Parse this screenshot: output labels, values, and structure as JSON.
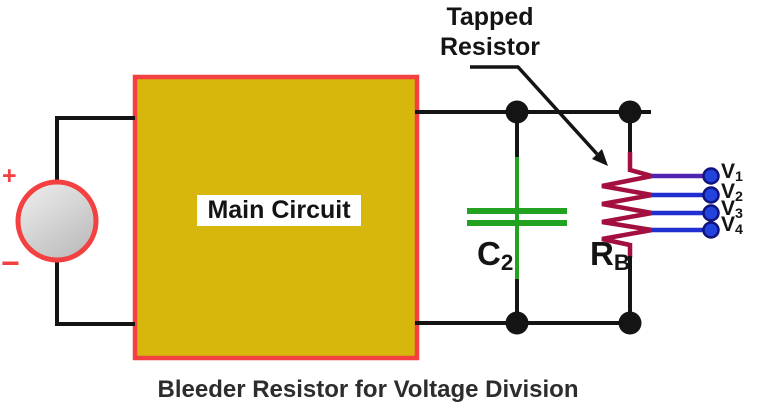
{
  "diagram": {
    "caption": "Bleeder Resistor for Voltage Division",
    "annotation": {
      "line1": "Tapped",
      "line2": "Resistor"
    },
    "main_circuit": {
      "label": "Main Circuit"
    },
    "source": {
      "plus": "+",
      "minus": "−"
    },
    "capacitor": {
      "base": "C",
      "sub": "2"
    },
    "bleeder_resistor": {
      "base": "R",
      "sub": "B"
    },
    "taps": [
      {
        "base": "V",
        "sub": "1"
      },
      {
        "base": "V",
        "sub": "2"
      },
      {
        "base": "V",
        "sub": "3"
      },
      {
        "base": "V",
        "sub": "4"
      }
    ]
  },
  "colors": {
    "box_fill": "#d8b70d",
    "accent_red": "#f34040",
    "wire_black": "#141414",
    "capacitor_green": "#21a321",
    "resistor_crimson": "#a30f3f",
    "tap_line_blue": "#1f2fd0",
    "tap_line_purple": "#5023b0",
    "tap_dot_blue": "#2244dd",
    "tap_dot_outline": "#13137d",
    "caption_text": "#2d2d2d",
    "label_text": "#141414"
  }
}
